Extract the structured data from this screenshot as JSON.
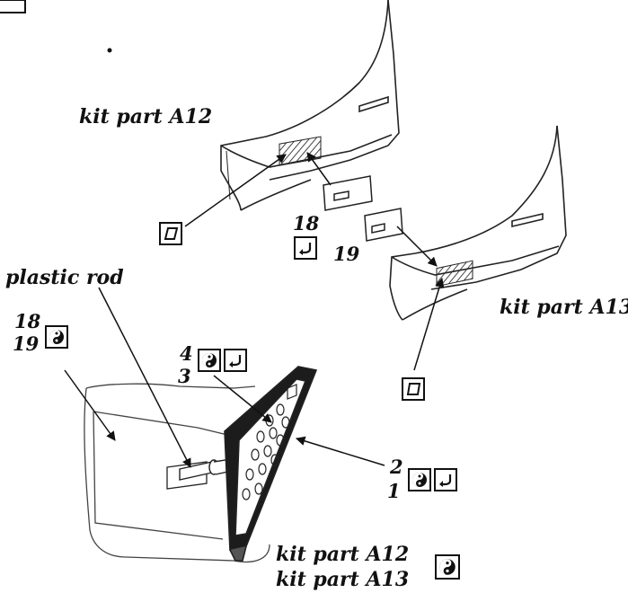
{
  "callouts": {
    "part_a12_top": "kit part A12",
    "part_a13_right": "kit part A13",
    "plastic_rod": "plastic rod",
    "num_18_top": "18",
    "num_19_mid": "19",
    "num_18_left": "18",
    "num_19_left": "19",
    "num_4": "4",
    "num_3": "3",
    "num_2": "2",
    "num_1": "1",
    "part_a12_bottom": "kit part A12",
    "part_a13_bottom": "kit part A13"
  },
  "icons": {
    "cut_out": "cut-shape-icon",
    "paint_finish": "yin-yang-paint-icon",
    "decal_apply": "bent-arrow-apply-icon"
  },
  "colors": {
    "ink": "#111111",
    "paper": "#ffffff",
    "hatch": "#333333"
  }
}
